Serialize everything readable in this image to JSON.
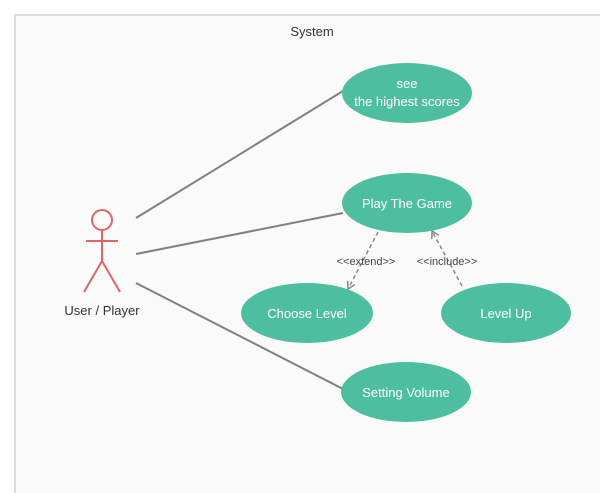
{
  "system": {
    "title": "System"
  },
  "actor": {
    "label": "User / Player"
  },
  "use_cases": {
    "see_scores": {
      "line1": "see",
      "line2": "the highest scores"
    },
    "play_game": {
      "label": "Play The Game"
    },
    "choose_level": {
      "label": "Choose Level"
    },
    "level_up": {
      "label": "Level Up"
    },
    "setting_volume": {
      "label": "Setting Volume"
    }
  },
  "relations": {
    "extend": "<<extend>>",
    "include": "<<include>>"
  },
  "colors": {
    "usecase_fill": "#4dbfa0",
    "actor_stroke": "#e06666",
    "association_line": "#808080",
    "dependency_line": "#888888"
  }
}
